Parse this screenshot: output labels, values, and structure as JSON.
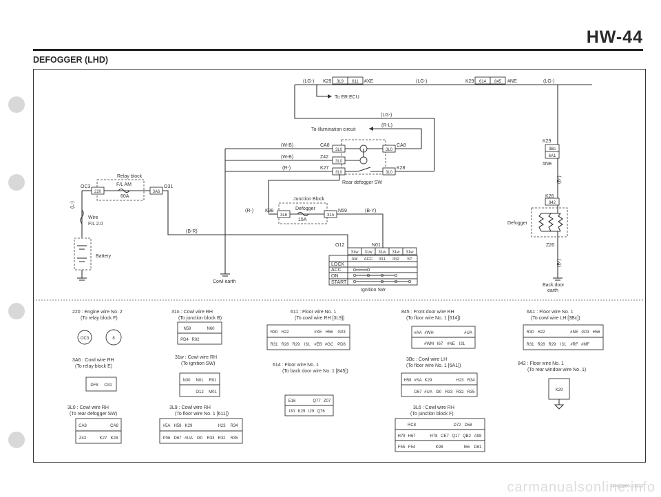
{
  "page": {
    "number": "HW-44",
    "title": "DEFOGGER (LHD)",
    "watermark": "carmanualsonline.info",
    "code": "8PN03060-X1222"
  },
  "top": {
    "lg1": "(LG-)",
    "k29": "K29",
    "p3l9": "3L9",
    "p611": "611",
    "xe": "#XE",
    "lg2": "(LG-)",
    "k29b": "K29",
    "p614": "614",
    "p845": "845",
    "ne": "#NE",
    "lg3": "(LG-)",
    "to_er": "To ER ECU"
  },
  "switch": {
    "lg": "(LG-)",
    "to_illum": "To illumination circuit",
    "rl": "(R-L)",
    "wb1": "(W-B)",
    "ca8": "CA8",
    "wb2": "(W-B)",
    "z42": "Z42",
    "r": "(R-)",
    "k27": "K27",
    "p3l0": "3L0",
    "ca8r": "CA8",
    "k28": "K28",
    "label": "Rear defogger SW"
  },
  "relay": {
    "title": "Relay block",
    "oc3": "OC3",
    "p220": "220",
    "fl": "F/L AM",
    "amp": "60A",
    "p3a6": "3A6",
    "o31": "O31",
    "lplus": "(L-)",
    "wire": "Wire",
    "wire_size": "F/L 2.0",
    "battery": "Battery"
  },
  "junction": {
    "title": "Junction Block",
    "r": "(R-)",
    "k98": "K98",
    "p3l6": "3L6",
    "fuse": "Defogger",
    "amp": "15A",
    "p31n": "31n",
    "n59": "N59",
    "by": "(B-Y)",
    "br": "(B-R)",
    "cowl": "Cowl earth"
  },
  "ignition": {
    "o12": "O12",
    "n01": "N01",
    "pins": [
      "31w",
      "31w",
      "31w",
      "31w",
      "31w"
    ],
    "cols": [
      "AM",
      "ACC",
      "IG1",
      "IG2",
      "ST"
    ],
    "rows": [
      "LOCK",
      "ACC",
      "ON",
      "START"
    ],
    "label": "Ignition SW"
  },
  "defogger": {
    "k29": "K29",
    "p3bc": "3Bc",
    "p6a1": "6A1",
    "ne": "#NE",
    "b1": "(B-)",
    "k26": "K26",
    "p842": "842",
    "label": "Defogger",
    "z26": "Z26",
    "b2": "(B-)",
    "earth1": "Back door",
    "earth2": "earth"
  },
  "legend": {
    "l220": {
      "title": "220 : Engine wire No. 2",
      "sub": "(To relay block F)",
      "a": "OC3",
      "b": "8"
    },
    "l3a6": {
      "title": "3A6 : Cowl wire RH",
      "sub": "(To relay block E)",
      "a": "DF8",
      "b": "O31"
    },
    "l3l0": {
      "title": "3L0 : Cowl wire RH",
      "sub": "(To rear defogger SW)",
      "cells": [
        "CA8",
        "CA8",
        "Z42",
        "K27",
        "K28"
      ]
    },
    "l31n": {
      "title": "31n : Cowl wire RH",
      "sub": "(To junction block B)",
      "cells": [
        "N59",
        "N60",
        "PD4",
        "R02"
      ]
    },
    "l31w": {
      "title": "31w : Cowl wire RH",
      "sub": "(To ignition SW)",
      "cells": [
        "N30",
        "N01",
        "R01",
        "O12",
        "M01"
      ]
    },
    "l3l9": {
      "title": "3L9 : Cowl wire RH",
      "sub": "(To floor wire No. 1 [611])",
      "cells": [
        "#5A",
        "H58",
        "K29",
        "H23",
        "R34",
        "P06",
        "D67",
        "#UA",
        "I30",
        "R33",
        "R32",
        "R35"
      ]
    },
    "l611": {
      "title": "611 : Floor wire No. 1",
      "sub": "(To cowl wire RH [3L9])",
      "cells": [
        "R30",
        "H22",
        "#XE",
        "H56",
        "G03",
        "R31",
        "R28",
        "R29",
        "I31",
        "#EB",
        "#GC",
        "PD8"
      ]
    },
    "l614": {
      "title": "614 : Floor wire No. 1",
      "sub": "(To back door wire No. 1 [845])",
      "cells": [
        "E16",
        "Q77",
        "Z07",
        "I30",
        "K29",
        "I29",
        "Q76"
      ]
    },
    "l845": {
      "title": "845 : Front door wire RH",
      "sub": "(To floor wire No. 1 [614])",
      "cells": [
        "#AA",
        "#WH",
        "#UA",
        "#WM",
        "I67",
        "#NE",
        "I31"
      ]
    },
    "l3bc": {
      "title": "3Bc : Cowl wire LH",
      "sub": "(To floor wire No. 1 [6A1])",
      "cells": [
        "H58",
        "#SA",
        "K29",
        "H23",
        "R34",
        "D67",
        "#UA",
        "I30",
        "R33",
        "R32",
        "R35"
      ]
    },
    "l3l6": {
      "title": "3L6 : Cowl wire RH",
      "sub": "(To junction block F)",
      "cells": [
        "RC8",
        "D72",
        "D58",
        "H79",
        "H67",
        "H78",
        "CE7",
        "Q17",
        "QB2",
        "A98",
        "F55",
        "F54",
        "K98",
        "I66",
        "D61"
      ]
    },
    "l6a1": {
      "title": "6A1 : Floor wire No. 1",
      "sub": "(To cowl wire LH [3Bc])",
      "cells": [
        "R30",
        "H22",
        "#NE",
        "G03",
        "H56",
        "R31",
        "R28",
        "R29",
        "I31",
        "#RF",
        "#MF"
      ]
    },
    "l842": {
      "title": "842 : Floor wire No. 1",
      "sub": "(To rear window wire No. 1)",
      "cell": "K29"
    }
  }
}
